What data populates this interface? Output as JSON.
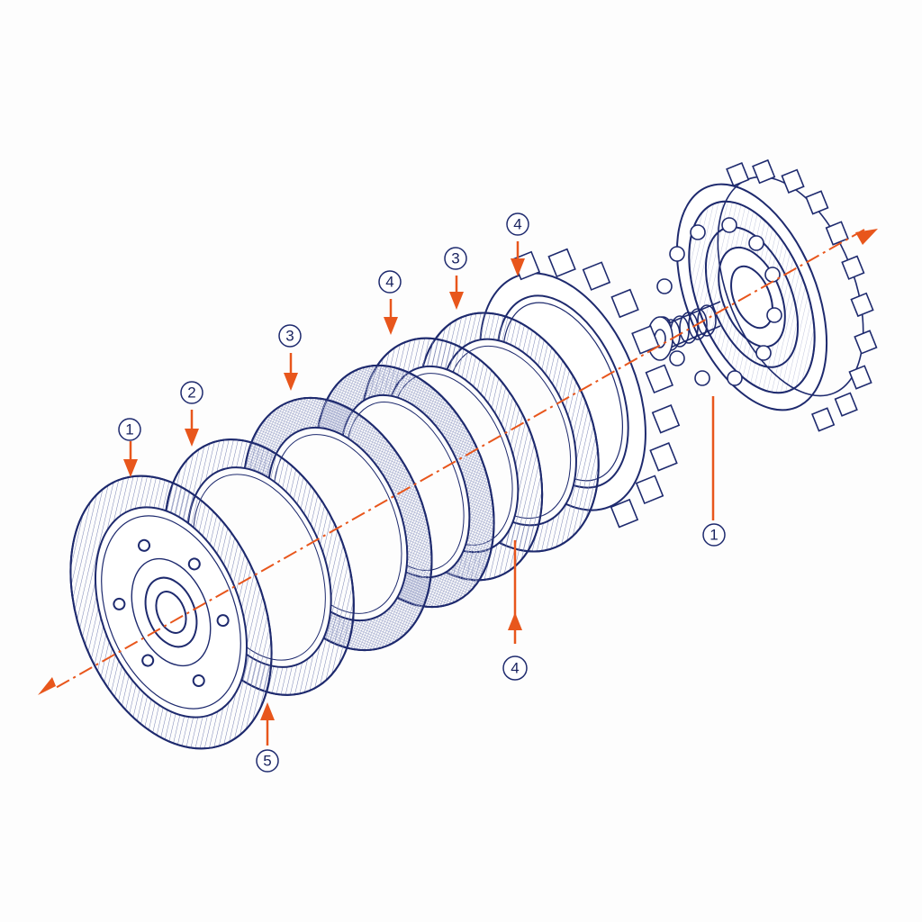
{
  "diagram": {
    "colors": {
      "line": "#1e2a6e",
      "line_light": "#3a4a8e",
      "hatch": "#6c76a8",
      "accent": "#e8561c",
      "background": "#fdfdfd"
    },
    "callouts": [
      {
        "id": "c1",
        "label": "1"
      },
      {
        "id": "c2",
        "label": "2"
      },
      {
        "id": "c3",
        "label": "3"
      },
      {
        "id": "c4",
        "label": "4"
      },
      {
        "id": "c5",
        "label": "3"
      },
      {
        "id": "c6",
        "label": "4"
      },
      {
        "id": "c7",
        "label": "1"
      },
      {
        "id": "c8",
        "label": "4"
      },
      {
        "id": "c9",
        "label": "5"
      }
    ]
  }
}
